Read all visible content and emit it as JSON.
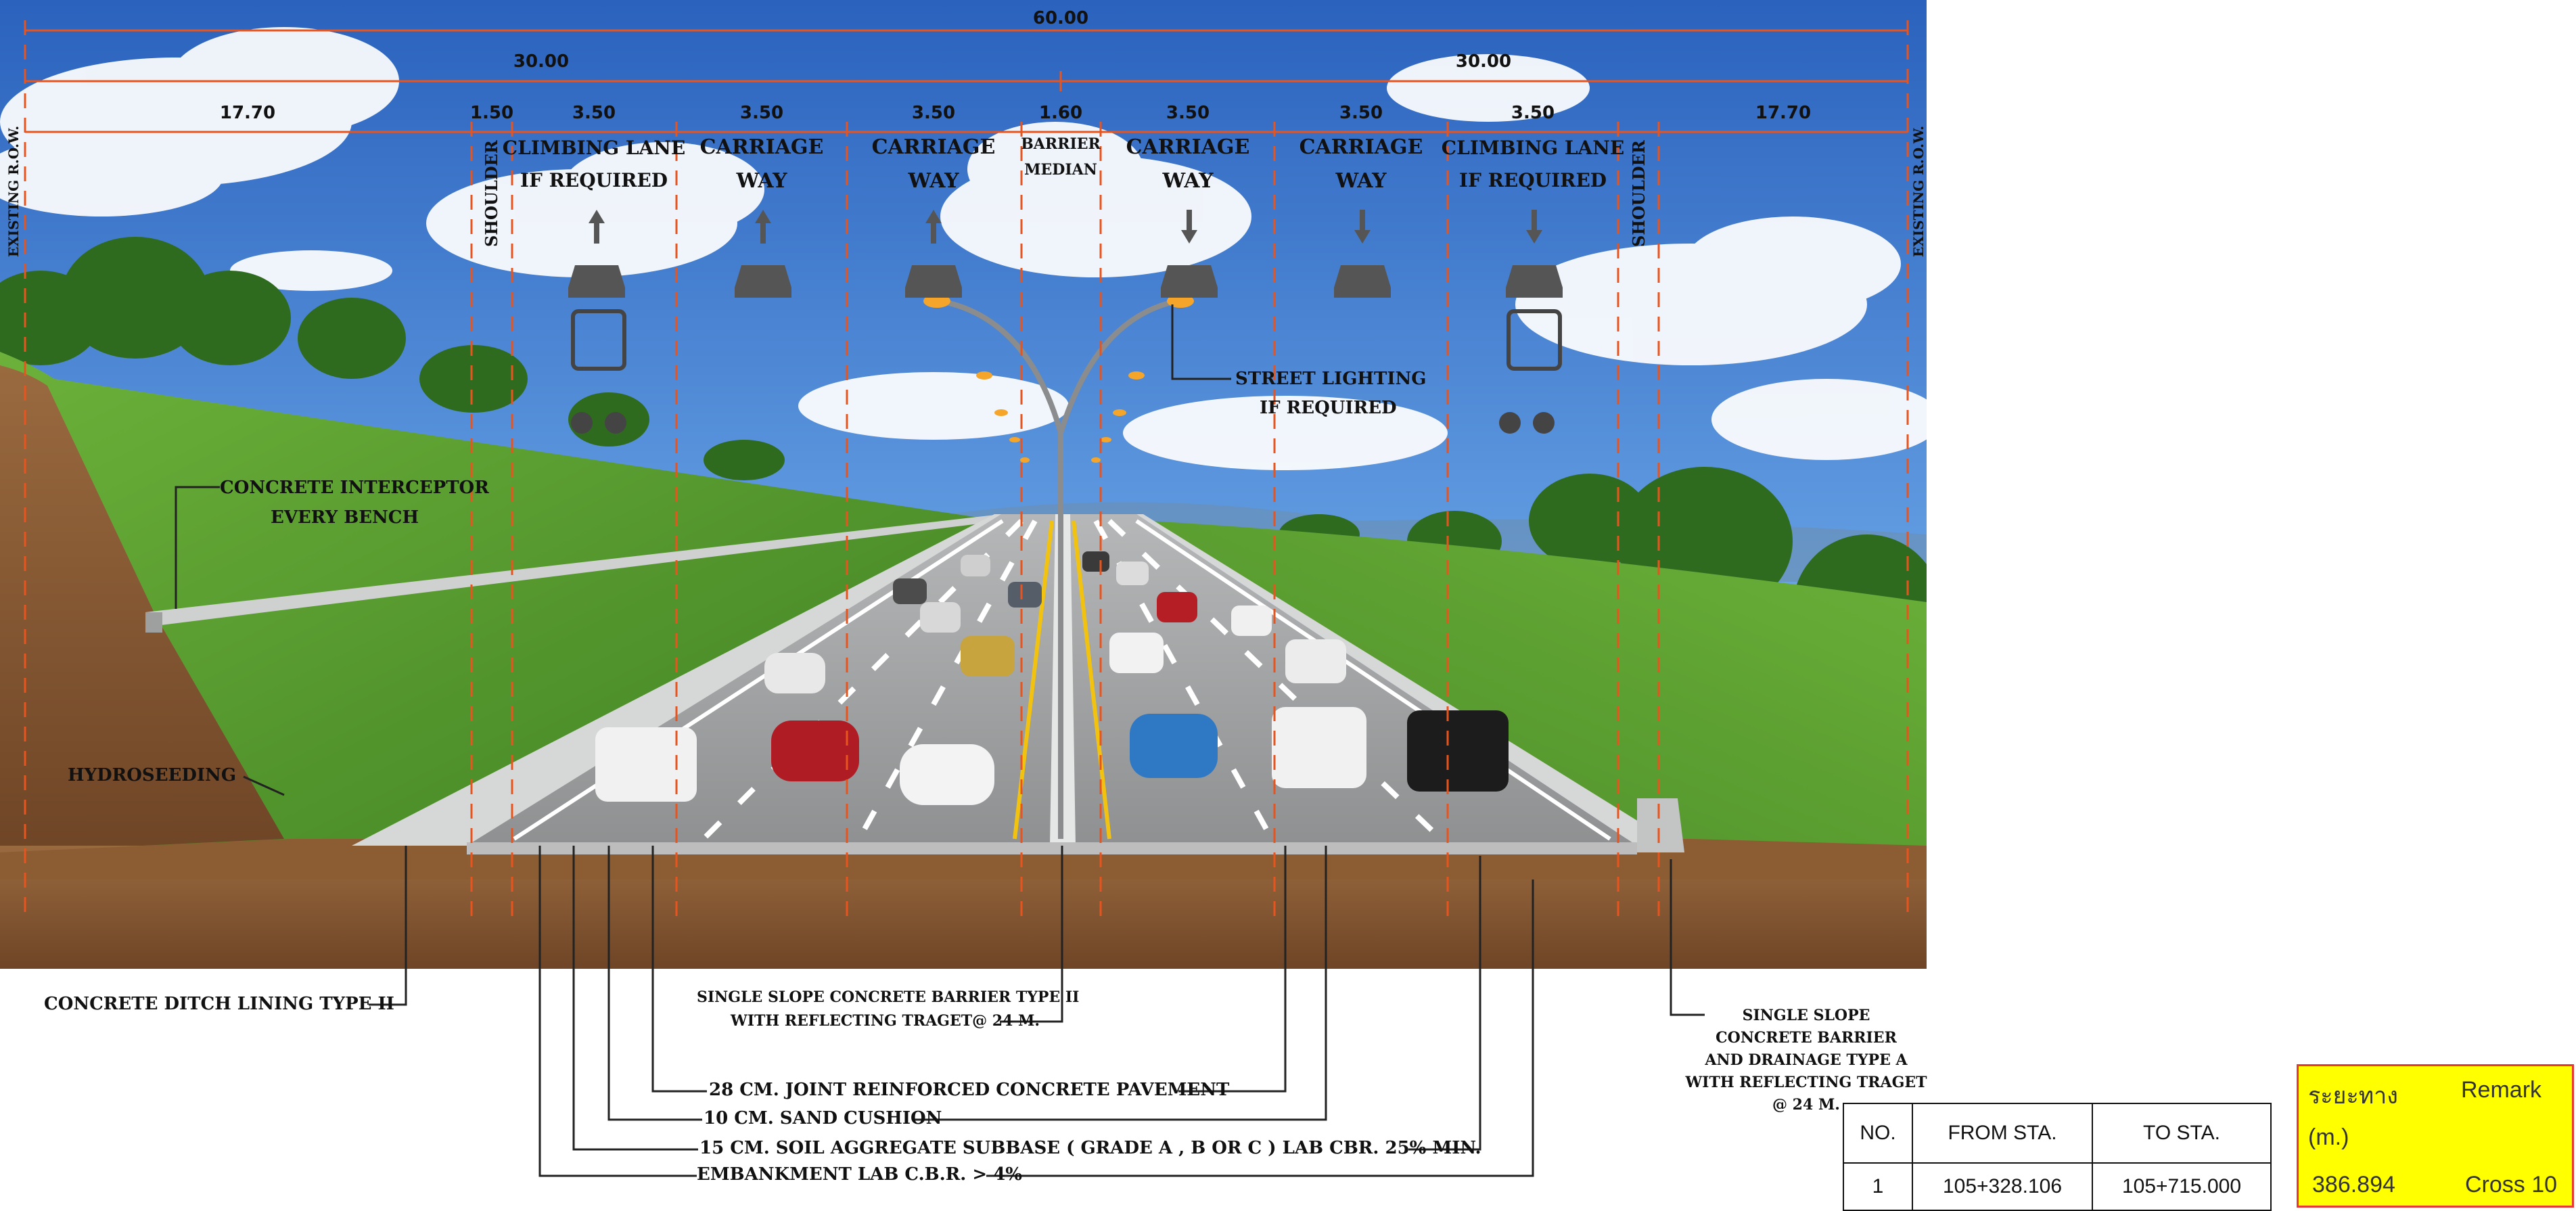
{
  "dimensions": {
    "total": "60.00",
    "half_left": "30.00",
    "half_right": "30.00",
    "row_left": "17.70",
    "shoulder_left": "1.50",
    "lane1": "3.50",
    "lane2": "3.50",
    "lane3": "3.50",
    "median": "1.60",
    "lane4": "3.50",
    "lane5": "3.50",
    "lane6": "3.50",
    "row_right": "17.70"
  },
  "lanes": {
    "existing_row_left": "EXISTING R.O.W.",
    "shoulder_left": "SHOULDER",
    "climbing_left_1": "CLIMBING LANE",
    "climbing_left_2": "IF REQUIRED",
    "carriage_1a": "CARRIAGE",
    "carriage_1b": "WAY",
    "carriage_2a": "CARRIAGE",
    "carriage_2b": "WAY",
    "median_1": "BARRIER",
    "median_2": "MEDIAN",
    "carriage_3a": "CARRIAGE",
    "carriage_3b": "WAY",
    "carriage_4a": "CARRIAGE",
    "carriage_4b": "WAY",
    "climbing_right_1": "CLIMBING LANE",
    "climbing_right_2": "IF REQUIRED",
    "shoulder_right": "SHOULDER",
    "existing_row_right": "EXISTING R.O.W."
  },
  "annotations": {
    "street_lighting_1": "STREET LIGHTING",
    "street_lighting_2": "IF REQUIRED",
    "interceptor_1": "CONCRETE INTERCEPTOR",
    "interceptor_2": "EVERY BENCH",
    "hydroseeding": "HYDROSEEDING",
    "ditch": "CONCRETE DITCH LINING TYPE II",
    "barrier_ii_1": "SINGLE SLOPE CONCRETE BARRIER TYPE II",
    "barrier_ii_2": "WITH REFLECTING TRAGET@ 24 M.",
    "barrier_a_1": "SINGLE SLOPE",
    "barrier_a_2": "CONCRETE BARRIER",
    "barrier_a_3": "AND DRAINAGE TYPE A",
    "barrier_a_4": "WITH REFLECTING TRAGET",
    "barrier_a_5": "@ 24 M.",
    "pavement": "28 CM. JOINT REINFORCED CONCRETE PAVEMENT",
    "sand": "10 CM. SAND CUSHION",
    "subbase": "15 CM. SOIL AGGREGATE SUBBASE ( GRADE A , B OR C ) LAB CBR. 25% MIN.",
    "embankment": "EMBANKMENT LAB C.B.R. > 4%"
  },
  "station_table": {
    "headers": [
      "NO.",
      "FROM STA.",
      "TO STA."
    ],
    "rows": [
      [
        "1",
        "105+328.106",
        "105+715.000"
      ]
    ]
  },
  "remark_box": {
    "distance_label": "ระยะทาง",
    "unit_label": "(m.)",
    "remark_label": "Remark",
    "distance_value": "386.894",
    "remark_value": "Cross 10"
  },
  "colors": {
    "dimension_line": "#e8541e",
    "sky_top": "#2f6fc4",
    "grass": "#5a9e2e",
    "soil": "#8a5a33",
    "remark_fill": "#ffff00",
    "remark_border": "#e53935"
  }
}
